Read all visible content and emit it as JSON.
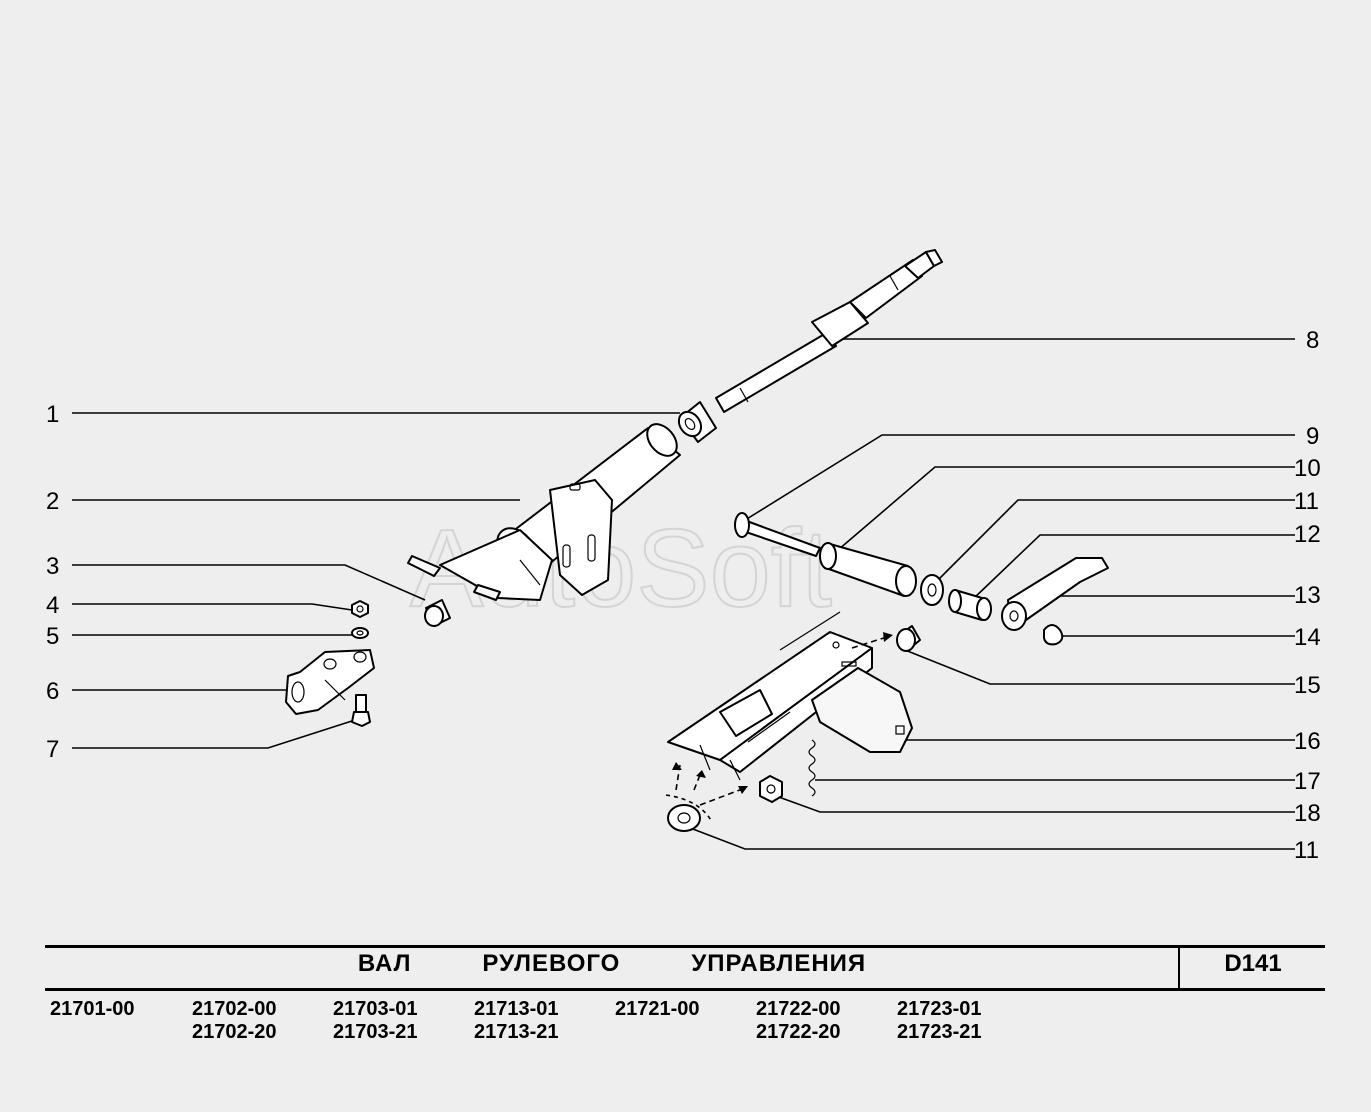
{
  "watermark": "AutoSoft",
  "callouts": [
    "1",
    "2",
    "3",
    "4",
    "5",
    "6",
    "7",
    "8",
    "9",
    "10",
    "11",
    "12",
    "13",
    "14",
    "15",
    "16",
    "17",
    "18",
    "11"
  ],
  "footer": {
    "title": "ВАЛ   РУЛЕВОГО   УПРАВЛЕНИЯ",
    "code": "D141",
    "models": [
      [
        "21701-00"
      ],
      [
        "21702-00",
        "21702-20"
      ],
      [
        "21703-01",
        "21703-21"
      ],
      [
        "21713-01",
        "21713-21"
      ],
      [
        "21721-00"
      ],
      [
        "21722-00",
        "21722-20"
      ],
      [
        "21723-01",
        "21723-21"
      ]
    ]
  }
}
